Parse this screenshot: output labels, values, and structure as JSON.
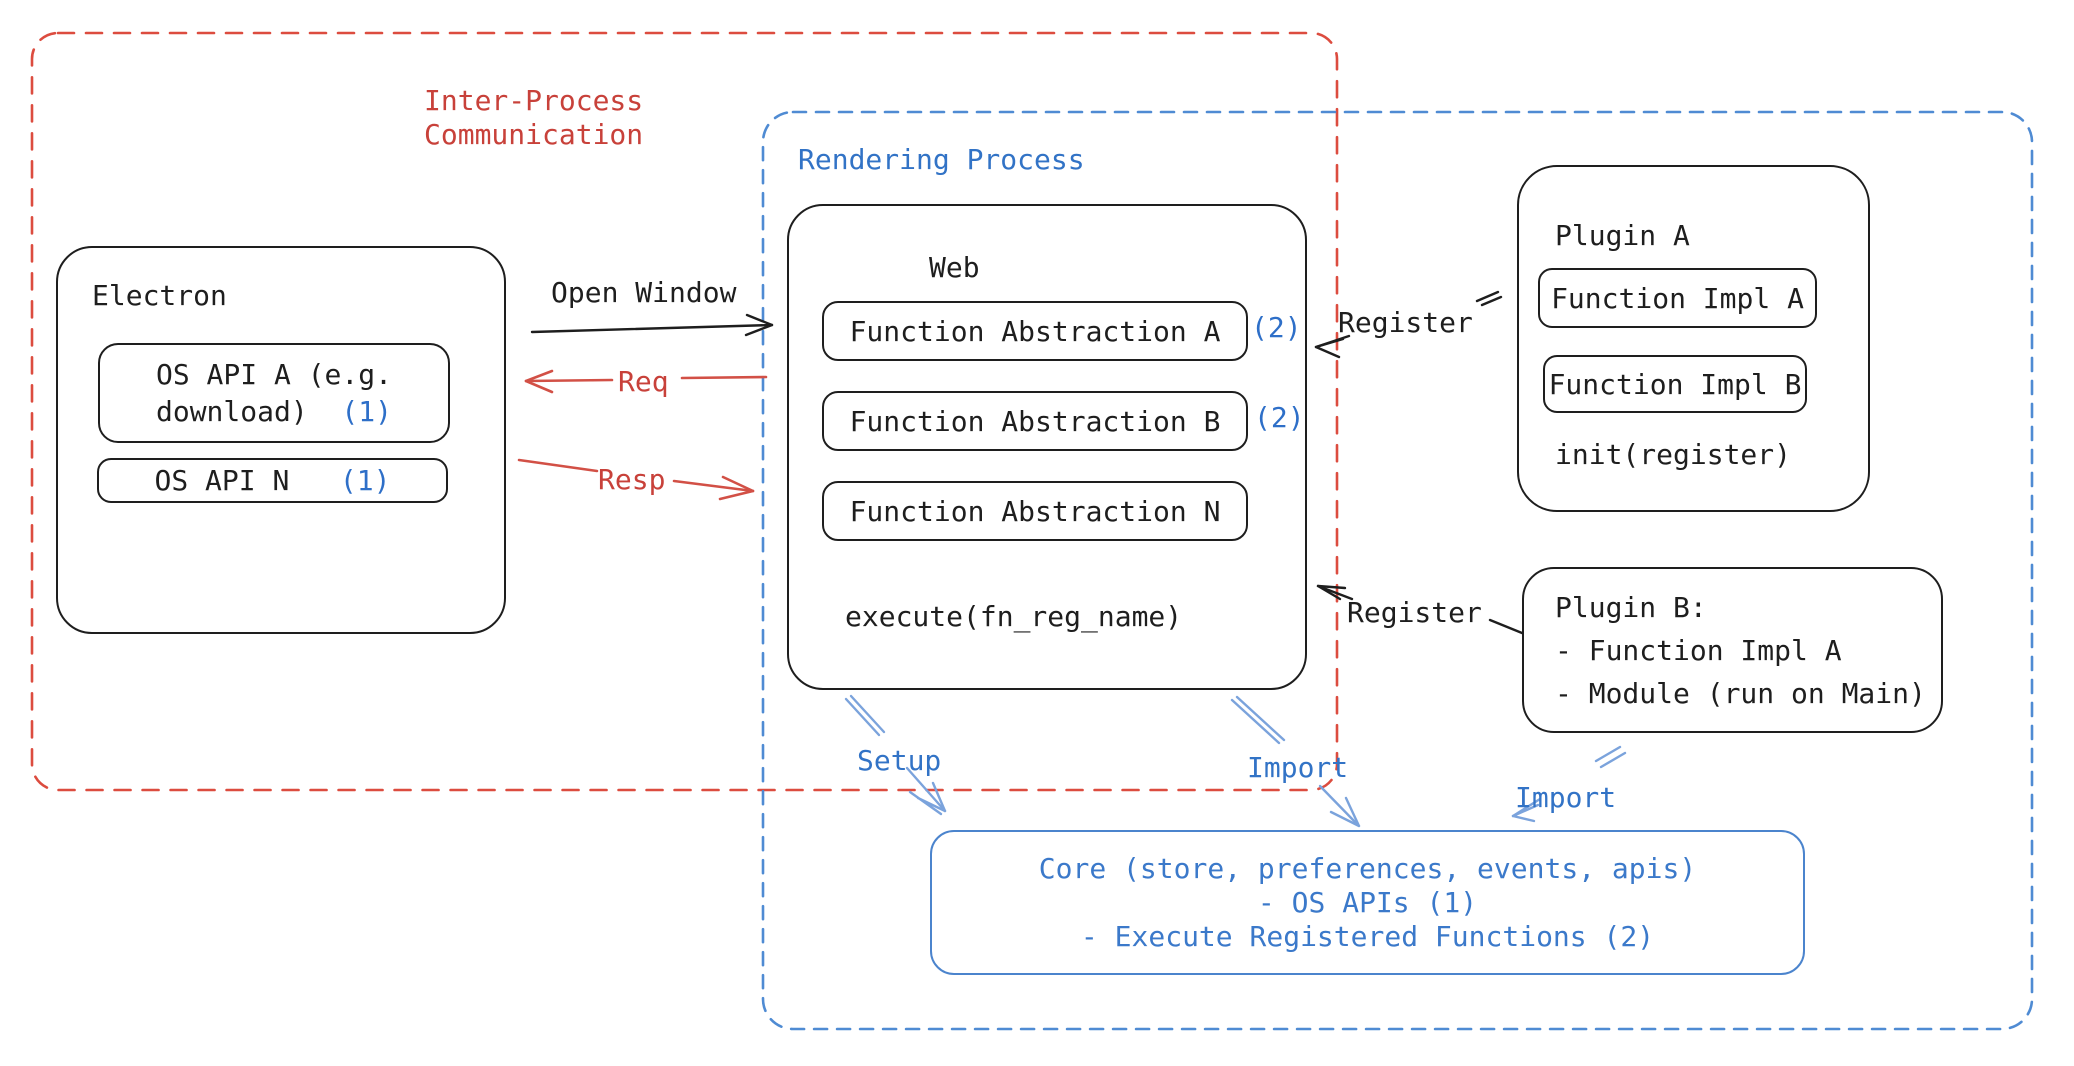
{
  "colors": {
    "ink": "#1e1e1e",
    "red_text": "#c8413a",
    "red_line": "#d25046",
    "red_dash": "#dc4c3f",
    "blue_text": "#3273c6",
    "blue_badge": "#2e6fc8",
    "blue_core": "#3b79ca",
    "blue_dash": "#4f8bd3",
    "blue_arrow": "#7ba3dc",
    "core_border": "#4b84cd",
    "bg": "#ffffff"
  },
  "regions": {
    "ipc": {
      "label_line1": "Inter-Process",
      "label_line2": "Communication"
    },
    "rendering": {
      "label": "Rendering Process"
    }
  },
  "electron": {
    "title": "Electron",
    "os_api_a": {
      "line1": "OS API A (e.g.",
      "line2": "download)",
      "badge": "(1)"
    },
    "os_api_n": {
      "label": "OS API N",
      "badge": "(1)"
    }
  },
  "web": {
    "title": "Web",
    "fn_a": {
      "label": "Function Abstraction A",
      "badge": "(2)"
    },
    "fn_b": {
      "label": "Function Abstraction B",
      "badge": "(2)"
    },
    "fn_n": {
      "label": "Function Abstraction N"
    },
    "execute": "execute(fn_reg_name)"
  },
  "plugin_a": {
    "title": "Plugin A",
    "impl_a": "Function Impl A",
    "impl_b": "Function Impl B",
    "init": "init(register)"
  },
  "plugin_b": {
    "title": "Plugin B:",
    "item1": "- Function Impl A",
    "item2": "- Module (run on Main)"
  },
  "core": {
    "line1": "Core (store, preferences, events, apis)",
    "line2": "- OS APIs (1)",
    "line3": "- Execute Registered Functions (2)"
  },
  "arrows": {
    "open_window": "Open Window",
    "req": "Req",
    "resp": "Resp",
    "register_top": "Register",
    "register_bottom": "Register",
    "setup": "Setup",
    "import_middle": "Import",
    "import_right": "Import"
  }
}
